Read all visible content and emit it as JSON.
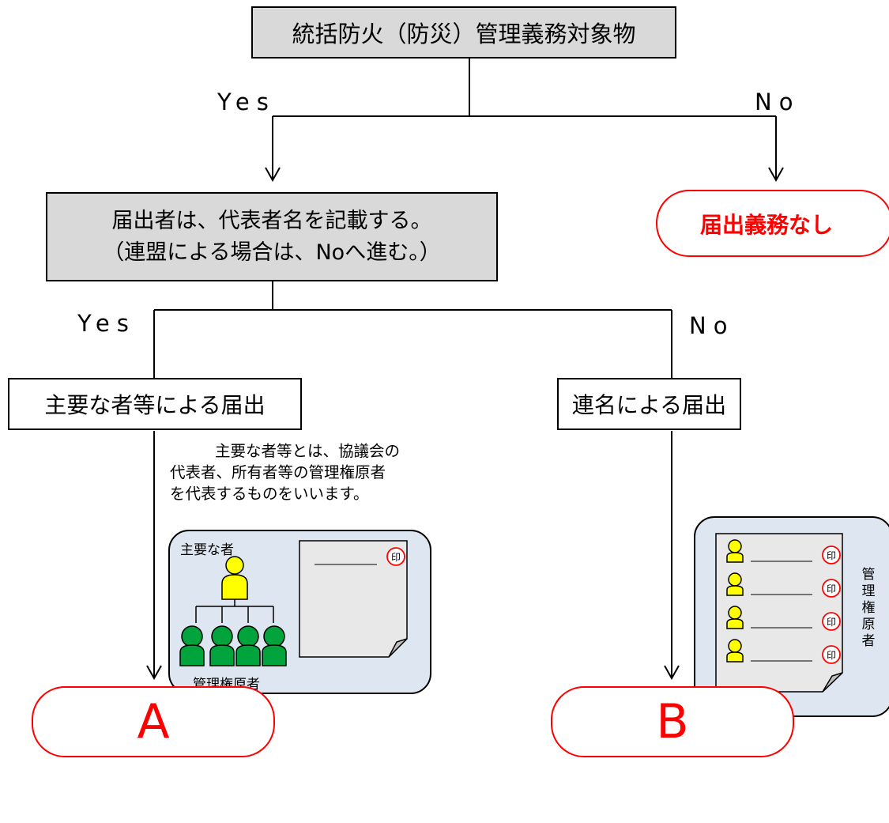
{
  "start": "統括防火（防災）管理義務対象物",
  "yes": "Yes",
  "no": "No",
  "no_duty": "届出義務なし",
  "question": {
    "line1": "届出者は、代表者名を記載する。",
    "line2": "（連盟による場合は、Noへ進む。）"
  },
  "yes2": "Yes",
  "no2": "No",
  "main_notify": "主要な者等による届出",
  "joint_notify": "連名による届出",
  "note": {
    "line1": "主要な者等とは、協議会の",
    "line2": "代表者、所有者等の管理権原者",
    "line3": "を代表するものをいいます。"
  },
  "panel_a": {
    "leader_label": "主要な者",
    "group_label": "管理権原者",
    "seal": "印"
  },
  "panel_b": {
    "side_label": "管理権原者",
    "seal": "印"
  },
  "result_a": "A",
  "result_b": "B",
  "colors": {
    "terminal": "#ff0000",
    "gray_box": "#d9d9d9",
    "panel": "#dde6f1",
    "leader": "#ffff00",
    "members": "#00a33c"
  },
  "icons": [
    "person-icon",
    "seal-icon",
    "document-icon",
    "arrow-down-icon"
  ]
}
